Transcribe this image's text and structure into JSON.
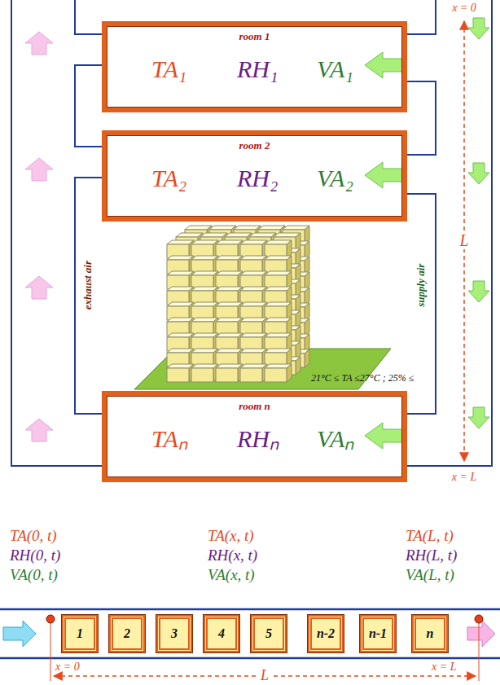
{
  "diagram": {
    "nodes": [
      {
        "text": [
          "room 1",
          "TA₁",
          "RH₁",
          "VA₁"
        ]
      },
      {
        "text": [
          "room 2",
          "TA₂",
          "RH₂",
          "VA₂"
        ]
      },
      {
        "text": [
          "room n",
          "TAₙ",
          "RHₙ",
          "VAₙ"
        ]
      },
      {
        "text": [
          "1"
        ]
      },
      {
        "text": [
          "2"
        ]
      },
      {
        "text": [
          "3"
        ]
      },
      {
        "text": [
          "4"
        ]
      },
      {
        "text": [
          "5"
        ]
      },
      {
        "text": [
          "n-2"
        ]
      },
      {
        "text": [
          "n-1"
        ]
      },
      {
        "text": [
          "n"
        ]
      }
    ],
    "labels": [
      "exhaust air",
      "supply air",
      "x = 0",
      "L",
      "x = L",
      "21°C ≤ TA ≤27°C ; 25% ≤",
      "TA(0, t)",
      "RH(0, t)",
      "VA(0, t)",
      "TA(x, t)",
      "RH(x, t)",
      "VA(x, t)",
      "TA(L, t)",
      "RH(L, t)",
      "VA(L, t)",
      "x = 0",
      "L",
      "x = L"
    ]
  }
}
